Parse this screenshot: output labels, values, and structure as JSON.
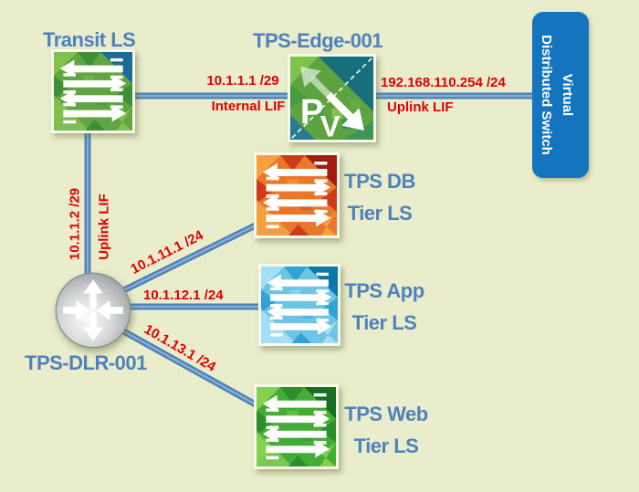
{
  "colors": {
    "canvas_bg": "#e9edcc",
    "node_label": "#4f81bd",
    "link_label": "#e00000",
    "line_outer": "#4d80b6",
    "line_inner": "#86add6",
    "vds_bg": "#1474bd",
    "vds_text": "#ffffff"
  },
  "nodes": {
    "transit": {
      "label": "Transit LS"
    },
    "edge": {
      "label": "TPS-Edge-001",
      "letter_p": "P",
      "letter_v": "V"
    },
    "vds": {
      "label_line1": "Virtual",
      "label_line2": "Distributed Switch"
    },
    "dlr": {
      "label": "TPS-DLR-001"
    },
    "db": {
      "label_line1": "TPS DB",
      "label_line2": "Tier LS"
    },
    "app": {
      "label_line1": "TPS App",
      "label_line2": "Tier LS"
    },
    "web": {
      "label_line1": "TPS Web",
      "label_line2": "Tier LS"
    }
  },
  "links": {
    "transit_edge": {
      "ip": "10.1.1.1 /29",
      "lif": "Internal LIF"
    },
    "edge_vds": {
      "ip": "192.168.110.254 /24",
      "lif": "Uplink LIF"
    },
    "transit_dlr": {
      "ip": "10.1.1.2 /29",
      "lif": "Uplink LIF"
    },
    "dlr_db": {
      "ip": "10.1.11.1 /24"
    },
    "dlr_app": {
      "ip": "10.1.12.1 /24"
    },
    "dlr_web": {
      "ip": "10.1.13.1 /24"
    }
  }
}
